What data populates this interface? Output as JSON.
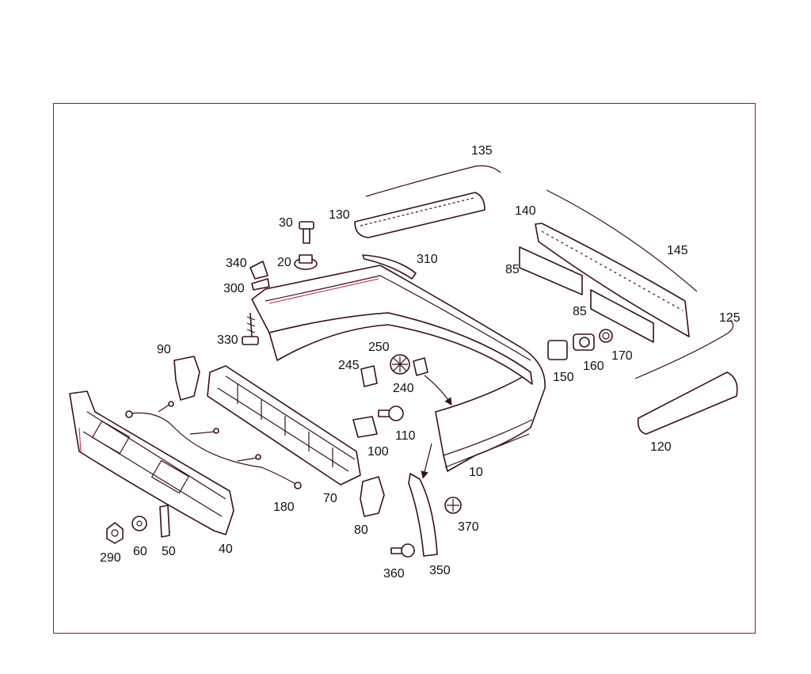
{
  "diagram": {
    "border_color": "#8b1a2b",
    "labels": {
      "p135": "135",
      "p130": "130",
      "p140": "140",
      "p145": "145",
      "p30": "30",
      "p310": "310",
      "p340": "340",
      "p20": "20",
      "p85a": "85",
      "p85b": "85",
      "p300": "300",
      "p125": "125",
      "p330": "330",
      "p250": "250",
      "p150": "150",
      "p160": "160",
      "p170": "170",
      "p90": "90",
      "p245": "245",
      "p240": "240",
      "p110": "110",
      "p100": "100",
      "p120": "120",
      "p10": "10",
      "p180": "180",
      "p70": "70",
      "p370": "370",
      "p80": "80",
      "p290": "290",
      "p60": "60",
      "p50": "50",
      "p40": "40",
      "p360": "360",
      "p350": "350"
    }
  }
}
